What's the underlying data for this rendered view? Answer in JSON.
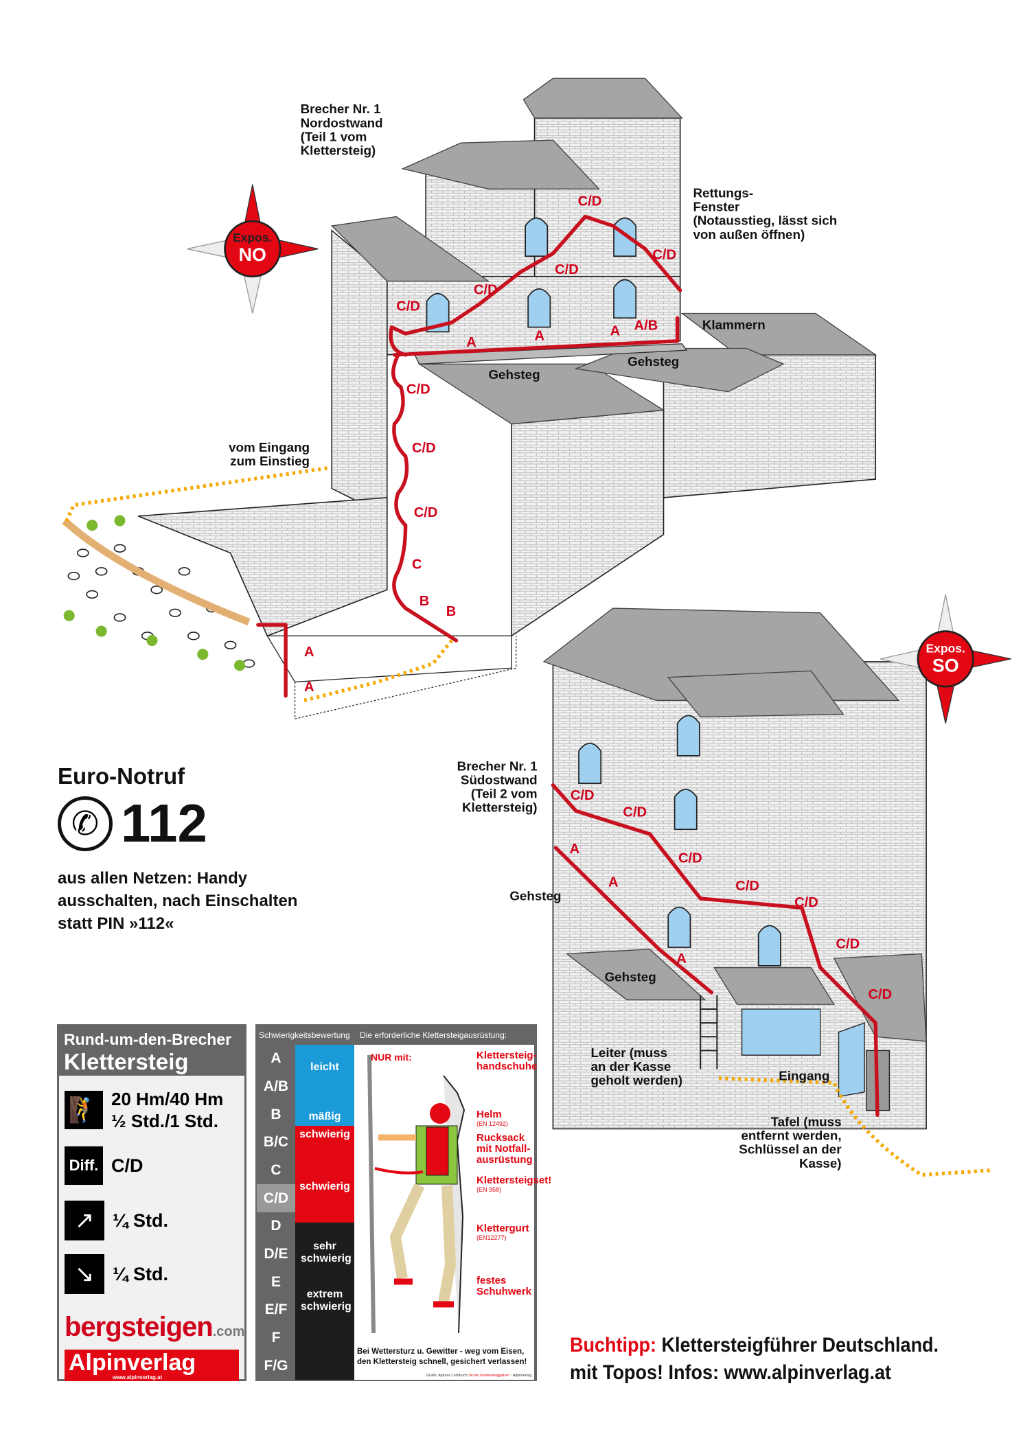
{
  "diagram": {
    "north_wall_label": [
      "Brecher Nr. 1",
      "Nordostwand",
      "(Teil 1 vom",
      "Klettersteig)"
    ],
    "rescue_window_label": [
      "Rettungs-",
      "Fenster",
      "(Notausstieg, lässt sich",
      "von außen öffnen)"
    ],
    "clamps_label": "Klammern",
    "walkway_labels": [
      "Gehsteg",
      "Gehsteg",
      "Gehsteg",
      "Gehsteg"
    ],
    "approach_label": [
      "vom Eingang",
      "zum Einstieg"
    ],
    "south_wall_label": [
      "Brecher Nr. 1",
      "Südostwand",
      "(Teil 2 vom",
      "Klettersteig)"
    ],
    "ladder_label": [
      "Leiter (muss",
      "an der Kasse",
      "geholt werden)"
    ],
    "entrance_label": "Eingang",
    "sign_label": [
      "Tafel (muss",
      "entfernt werden,",
      "Schlüssel an der",
      "Kasse)"
    ],
    "upper_route_grades": [
      "C/D",
      "C/D",
      "C/D",
      "C/D",
      "C/D",
      "A",
      "A",
      "A",
      "A/B",
      "C/D",
      "C/D",
      "C/D",
      "C",
      "B",
      "B",
      "A",
      "A"
    ],
    "lower_route_grades": [
      "C/D",
      "C/D",
      "C/D",
      "C/D",
      "C/D",
      "C/D",
      "C/D",
      "A",
      "A",
      "A"
    ]
  },
  "compass_ne": {
    "line1": "Expos.",
    "line2": "NO"
  },
  "compass_se": {
    "line1": "Expos.",
    "line2": "SO"
  },
  "emergency": {
    "title": "Euro-Notruf",
    "number": "112",
    "lines": [
      "aus allen Netzen: Handy",
      "ausschalten, nach Einschalten",
      "statt PIN »112«"
    ]
  },
  "info_panel": {
    "title_small": "Rund-um-den-Brecher",
    "title_large": "Klettersteig",
    "height_time": "20 Hm/40 Hm",
    "duration": "½ Std./1 Std.",
    "diff_badge": "Diff.",
    "difficulty": "C/D",
    "approach_time": "¼ Std.",
    "descent_time": "¼ Std.",
    "logo_bergsteigen": "bergsteigen",
    "logo_com": ".com",
    "logo_alpinverlag": "Alpinverlag",
    "logo_alpinverlag_url": "www.alpinverlag.at"
  },
  "difficulty_scale": {
    "header": "Schwierigkeitsbewertung",
    "grades": [
      "A",
      "A/B",
      "B",
      "B/C",
      "C",
      "C/D",
      "D",
      "D/E",
      "E",
      "E/F",
      "F",
      "F/G"
    ],
    "highlighted": "C/D",
    "bands": [
      {
        "labels": [
          "leicht",
          "mäßig"
        ],
        "color": "#1a9ad6"
      },
      {
        "labels": [
          "schwierig",
          "schwierig"
        ],
        "color": "#e30613"
      },
      {
        "labels": [
          "sehr schwierig",
          "extrem schwierig"
        ],
        "color": "#1d1d1b"
      }
    ]
  },
  "equipment": {
    "header": "Die erforderliche Klettersteigausrüstung:",
    "only_with": "NUR mit:",
    "items": [
      {
        "name": "Klettersteig-handschuhe",
        "norm": ""
      },
      {
        "name": "Helm",
        "norm": "(EN 12492)"
      },
      {
        "name": "Rucksack mit Notfall-ausrüstung",
        "norm": ""
      },
      {
        "name": "Klettersteigset!",
        "norm": "(EN 958)"
      },
      {
        "name": "Klettergurt",
        "norm": "(EN12277)"
      },
      {
        "name": "festes Schuhwerk",
        "norm": ""
      }
    ],
    "warning_1": "Bei Wettersturz u. Gewitter - weg vom Eisen,",
    "warning_2": "den Klettersteig schnell, gesichert verlassen!",
    "credit_a": "Grafik: Alpines Lehrbuch ",
    "credit_b": "Sicher Klettersteiggehen",
    "credit_c": " - Alpinverlag"
  },
  "book_tip": {
    "prefix": "Buchtipp:",
    "text": " Klettersteigführer Deutschland.",
    "line2": "mit Topos! Infos: www.alpinverlag.at"
  },
  "colors": {
    "red": "#c8101e",
    "orange": "#f5a800",
    "blue": "#1a9ad6",
    "gray": "#666666"
  }
}
